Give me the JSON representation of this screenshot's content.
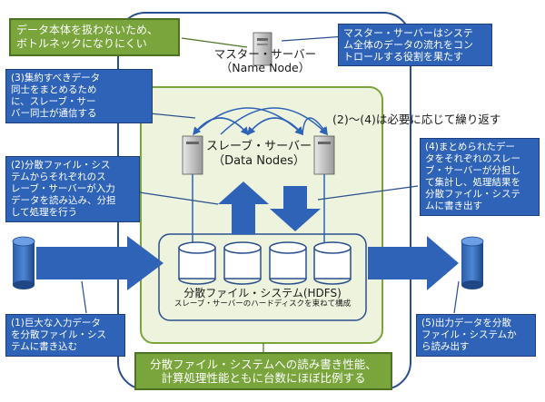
{
  "master": {
    "title": "マスター・サーバー",
    "subtitle": "（Name Node）"
  },
  "slave": {
    "title": "スレーブ・サーバー",
    "subtitle": "（Data Nodes）"
  },
  "hdfs": {
    "title": "分散ファイル・システム(HDFS)",
    "subtitle": "スレーブ・サーバーのハードディスクを束ねて構成"
  },
  "repeat_note": "(2)〜(4)は必要に応じて繰り返す",
  "callouts": {
    "no_bottleneck": [
      "データ本体を扱わないため、",
      "ボトルネックになりにくい"
    ],
    "master_role": [
      "マスター・サーバーはシステ",
      "ム全体のデータの流れをコン",
      "トロールする役割を果たす"
    ],
    "step3": [
      "(3)集約すべきデータ",
      "同士をまとめるため",
      "に、スレーブ・サー",
      "バー同士が通信する"
    ],
    "step2": [
      "(2)分散ファイル・シス",
      "テムからそれぞれのス",
      "レーブ・サーバーが入力",
      "データを読み込み、分担",
      "して処理を行う"
    ],
    "step4": [
      "(4)まとめられたデー",
      "タをそれぞれのスレー",
      "ブ・サーバーが分担し",
      "て集計し、処理結果を",
      "分散ファイル・システ",
      "ムに書き出す"
    ],
    "step1": [
      "(1)巨大な入力データ",
      "を分散ファイル・シス",
      "テムに書き込む"
    ],
    "step5": [
      "(5)出力データを分散",
      "ファイル・システムか",
      "ら読み出す"
    ],
    "scalability": [
      "分散ファイル・システムへの読み書き性能、",
      "計算処理性能ともに台数にほぼ比例する"
    ]
  },
  "colors": {
    "callout_blue": "#2e63b8",
    "callout_green": "#7aa43c",
    "arrow_blue": "#2e63b8",
    "cluster_fill": "#eef3dd",
    "cluster_border": "#7aa43c"
  }
}
